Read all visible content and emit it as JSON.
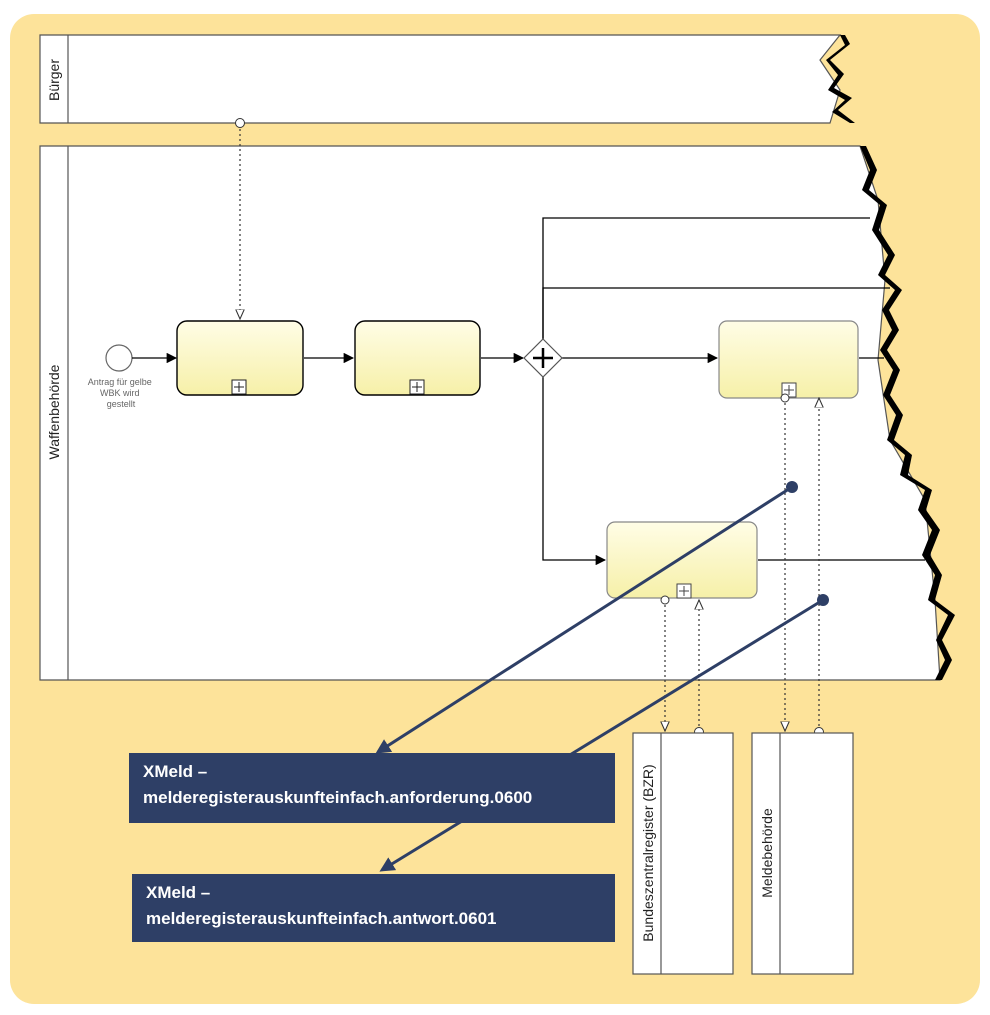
{
  "colors": {
    "frame": "#fde39a",
    "task_fill": "#fbf7c6",
    "callout": "#2e3f66",
    "arrow": "#2e3f66"
  },
  "lanes": {
    "buerger": "Bürger",
    "waffenbehoerde": "Waffenbehörde"
  },
  "pools": {
    "bzr": "Bundeszentralregister (BZR)",
    "meldebehoerde": "Meldebehörde"
  },
  "start_event": {
    "label_lines": [
      "Antrag für gelbe",
      "WBK wird",
      "gestellt"
    ]
  },
  "icons": {
    "subprocess_marker": "plus-square-icon",
    "gateway": "parallel-gateway-icon"
  },
  "callouts": {
    "anforderung": {
      "line1": "XMeld –",
      "line2": "melderegisterauskunfteinfach.anforderung.0600"
    },
    "antwort": {
      "line1": "XMeld –",
      "line2": "melderegisterauskunfteinfach.antwort.0601"
    }
  }
}
